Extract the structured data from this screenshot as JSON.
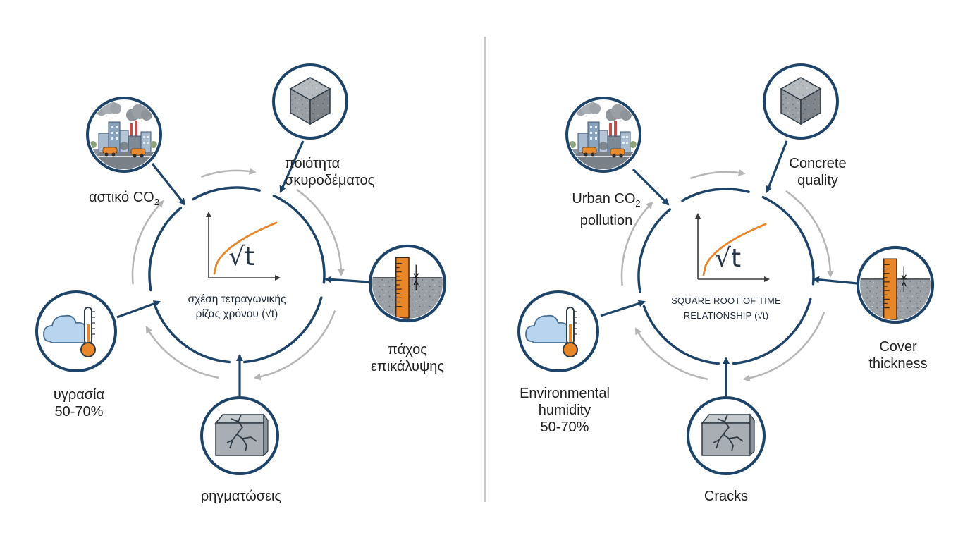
{
  "greek": {
    "urban": {
      "text": "αστικό CO",
      "sub": "2"
    },
    "quality": [
      "ποιότητα",
      "σκυροδέματος"
    ],
    "cover": [
      "πάχος",
      "επικάλυψης"
    ],
    "humidity": [
      "υγρασία",
      "50-70%"
    ],
    "cracks": "ρηγματώσεις",
    "center": [
      "σχέση τετραγωνικής",
      "ρίζας χρόνου (√t)"
    ]
  },
  "english": {
    "urban": {
      "line1_text": "Urban CO",
      "line1_sub": "2",
      "line2": "pollution"
    },
    "quality": [
      "Concrete",
      "quality"
    ],
    "cover": [
      "Cover",
      "thickness"
    ],
    "humidity": [
      "Environmental",
      "humidity",
      "50-70%"
    ],
    "cracks": "Cracks",
    "center": [
      "SQUARE ROOT OF TIME",
      "RELATIONSHIP (√t)"
    ]
  },
  "graph_symbol": "√t",
  "colors": {
    "navy": "#1d4468",
    "arrow_grey": "#b5b5b5",
    "curve_orange": "#e8872a",
    "cloud_blue": "#b9d4ee",
    "concrete_grey": "#9aa0a6"
  },
  "icons": [
    "city-pollution-icon",
    "concrete-cube-icon",
    "cover-thickness-ruler-icon",
    "thermometer-cloud-icon",
    "cracked-block-icon"
  ]
}
